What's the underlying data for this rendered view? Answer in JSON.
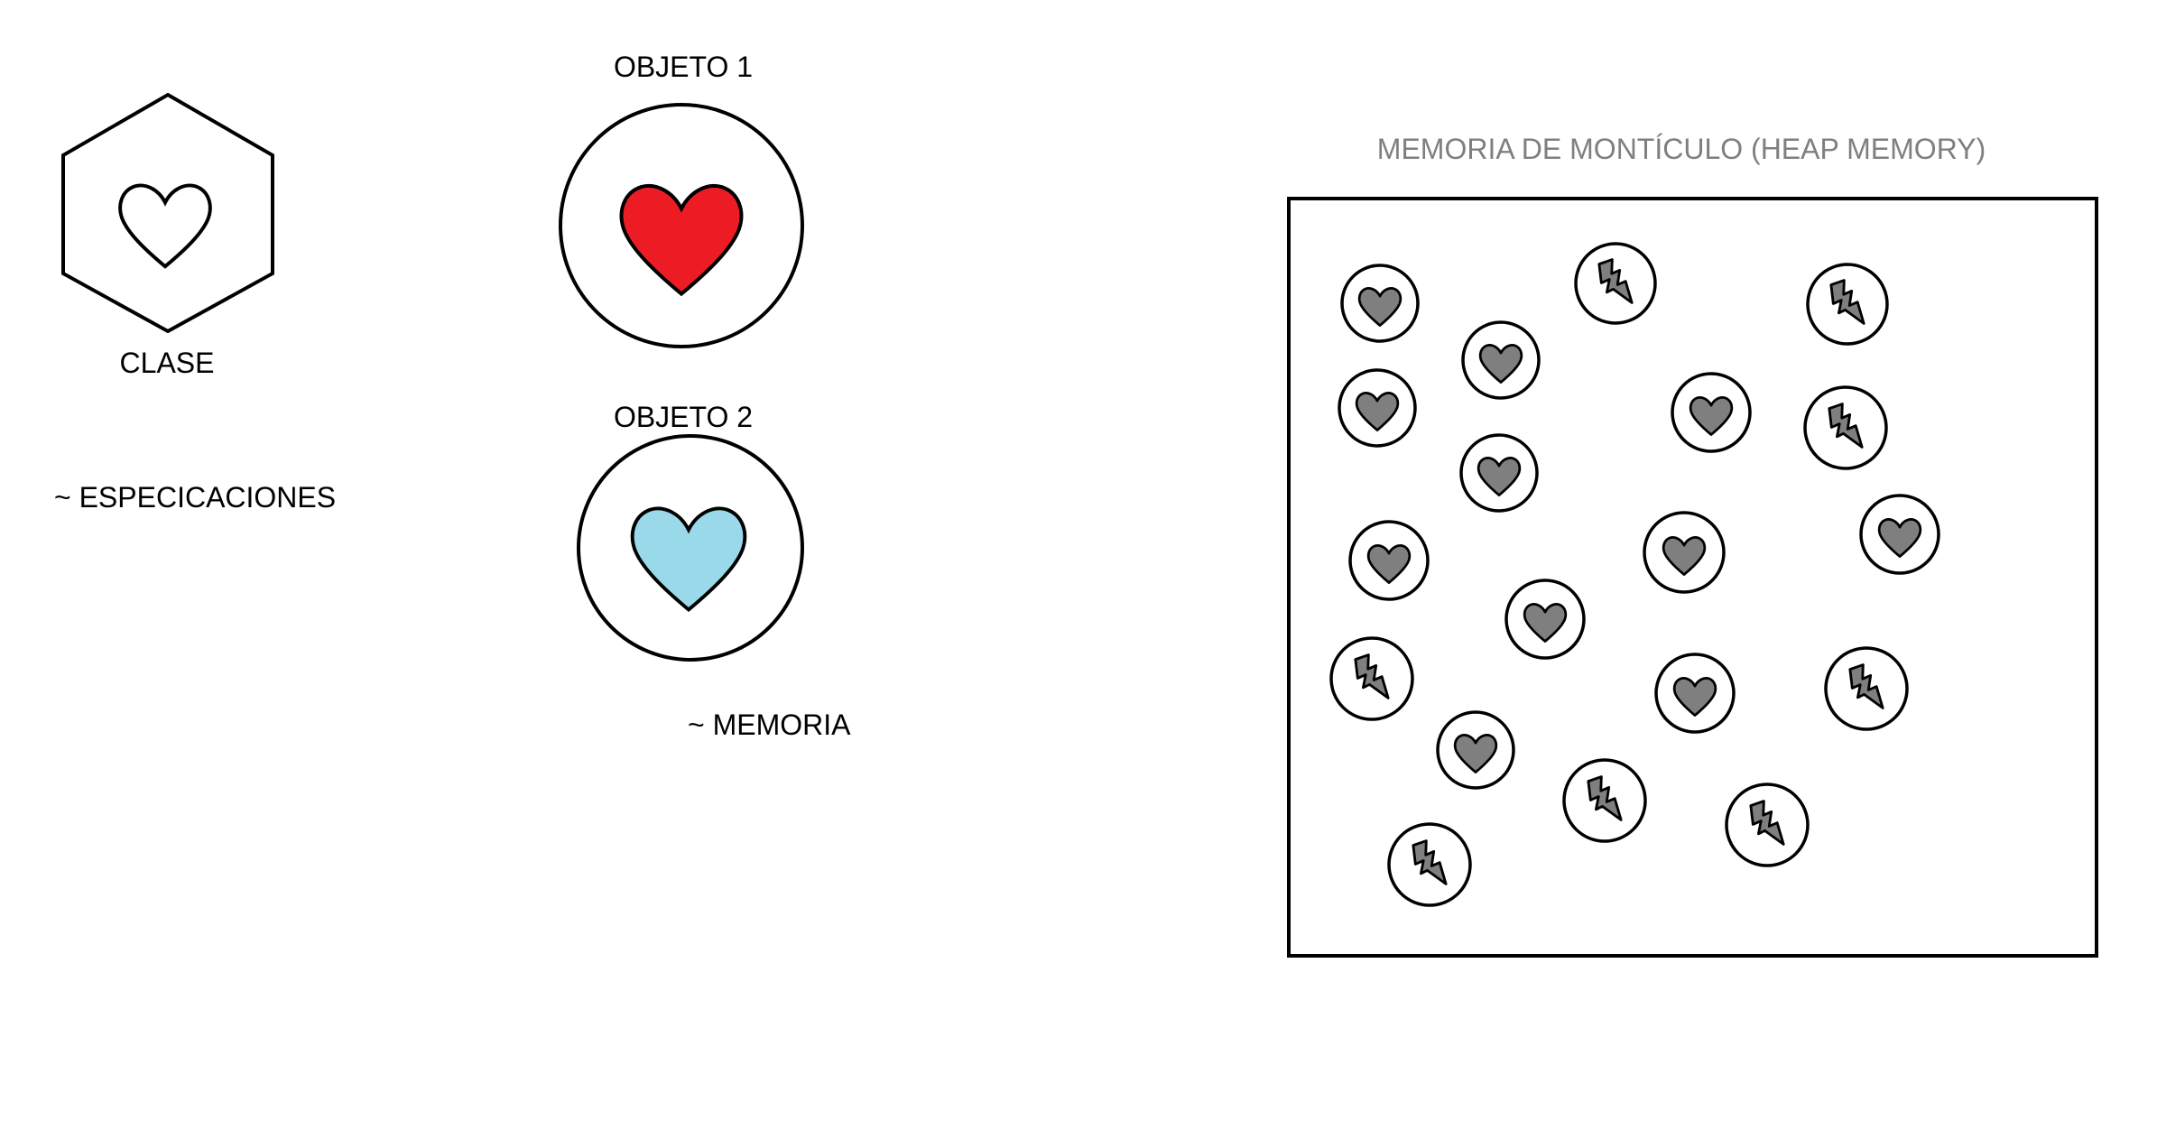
{
  "class_label": "CLASE",
  "specifications_label": "~ ESPECICACIONES",
  "object1_label": "OBJETO 1",
  "object2_label": "OBJETO 2",
  "memory_label": "~ MEMORIA",
  "heap_title": "MEMORIA DE MONTÍCULO (HEAP MEMORY)",
  "colors": {
    "object1_heart": "#ed1c24",
    "object2_heart": "#99d9ea",
    "heap_item_fill": "#7f7f7f",
    "heap_title": "#7f7f7f"
  },
  "heap_items": [
    {
      "icon": "heart-icon"
    },
    {
      "icon": "heart-icon"
    },
    {
      "icon": "heart-icon"
    },
    {
      "icon": "heart-icon"
    },
    {
      "icon": "heart-icon"
    },
    {
      "icon": "heart-icon"
    },
    {
      "icon": "heart-icon"
    },
    {
      "icon": "heart-icon"
    },
    {
      "icon": "heart-icon"
    },
    {
      "icon": "heart-icon"
    },
    {
      "icon": "heart-icon"
    },
    {
      "icon": "bolt-icon"
    },
    {
      "icon": "bolt-icon"
    },
    {
      "icon": "bolt-icon"
    },
    {
      "icon": "bolt-icon"
    },
    {
      "icon": "bolt-icon"
    },
    {
      "icon": "bolt-icon"
    },
    {
      "icon": "bolt-icon"
    },
    {
      "icon": "bolt-icon"
    }
  ]
}
